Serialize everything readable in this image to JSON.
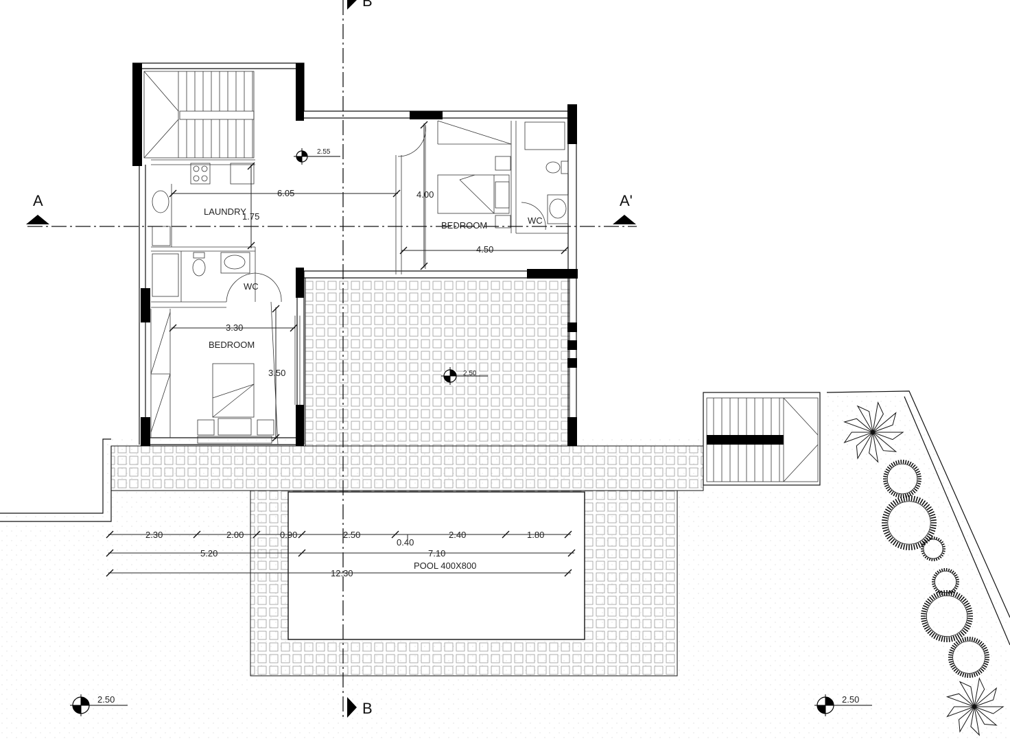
{
  "rooms": {
    "laundry": "LAUNDRY",
    "bedroom_upper": "BEDROOM",
    "bedroom_lower": "BEDROOM",
    "wc_left": "WC",
    "wc_right": "WC",
    "pool": "POOL 400X800"
  },
  "sections": {
    "a": "A",
    "a_prime": "A'",
    "b_top": "B",
    "b_bottom": "B"
  },
  "levels": {
    "hall": "2.55",
    "terrace": "2.50",
    "garden_left": "2.50",
    "garden_right": "2.50"
  },
  "dims": {
    "laundry_width": "6.05",
    "laundry_depth": "1.75",
    "bedroom_upper_depth": "4.00",
    "bedroom_upper_width": "4.50",
    "bedroom_lower_width": "3.30",
    "bedroom_lower_depth": "3.50",
    "row1": [
      "2.30",
      "2.00",
      "0.90",
      "2.50",
      "2.40",
      "1.80"
    ],
    "row1_sub": "0.40",
    "row2": [
      "5.20",
      "7.10"
    ],
    "row3": "12.30"
  }
}
